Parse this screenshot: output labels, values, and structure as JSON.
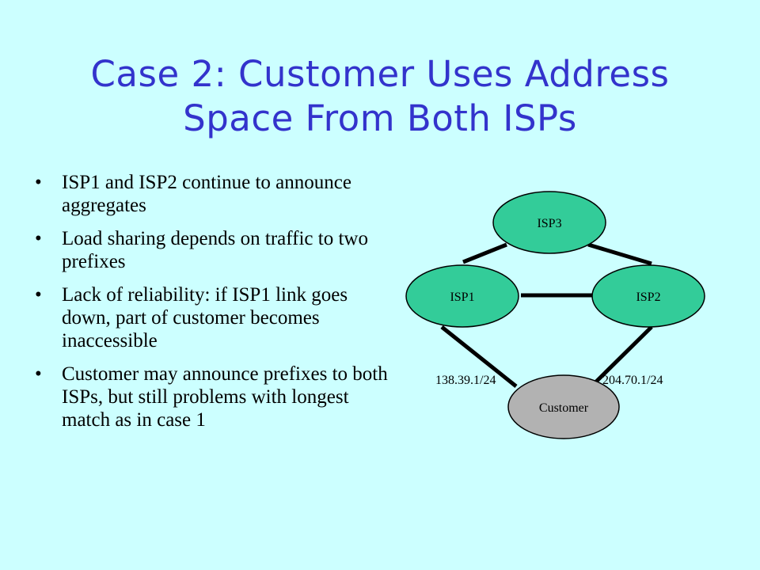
{
  "slide": {
    "title_line1": "Case 2: Customer Uses Address",
    "title_line2": "Space From Both ISPs",
    "bullet_glyph": "•",
    "bullets": [
      "ISP1 and ISP2 continue to announce aggregates",
      "Load sharing depends on traffic to two prefixes",
      "Lack of reliability: if ISP1 link goes down, part of customer becomes inaccessible",
      "Customer may announce prefixes to both ISPs, but still problems with longest match as in case 1"
    ]
  },
  "diagram": {
    "nodes": {
      "isp3": "ISP3",
      "isp1": "ISP1",
      "isp2": "ISP2",
      "customer": "Customer"
    },
    "prefixes": {
      "isp1_customer": "138.39.1/24",
      "isp2_customer": "204.70.1/24"
    },
    "colors": {
      "background": "#ccffff",
      "title": "#3333cc",
      "isp_fill": "#33cc99",
      "customer_fill": "#b2b2b2",
      "outline": "#000000"
    }
  }
}
